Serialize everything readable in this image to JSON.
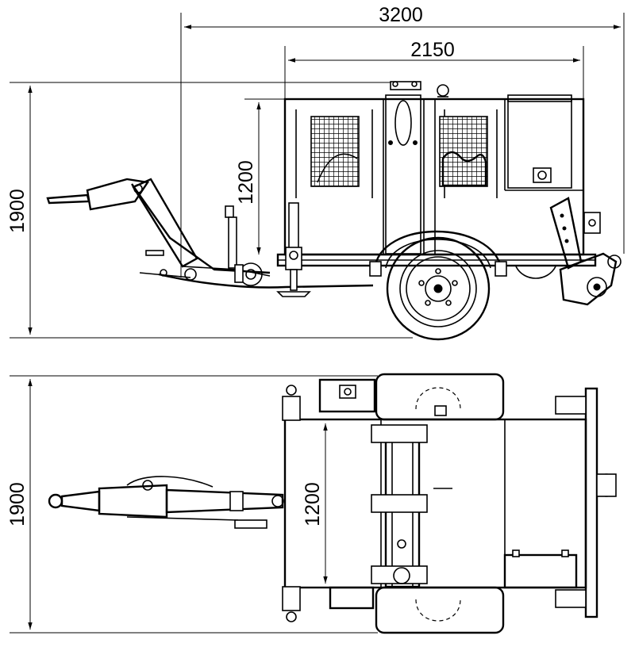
{
  "dimensions": {
    "side_overall_length": "3200",
    "side_body_length": "2150",
    "side_overall_height": "1900",
    "side_body_height": "1200",
    "top_overall_width": "1900",
    "top_track_width": "1200"
  }
}
